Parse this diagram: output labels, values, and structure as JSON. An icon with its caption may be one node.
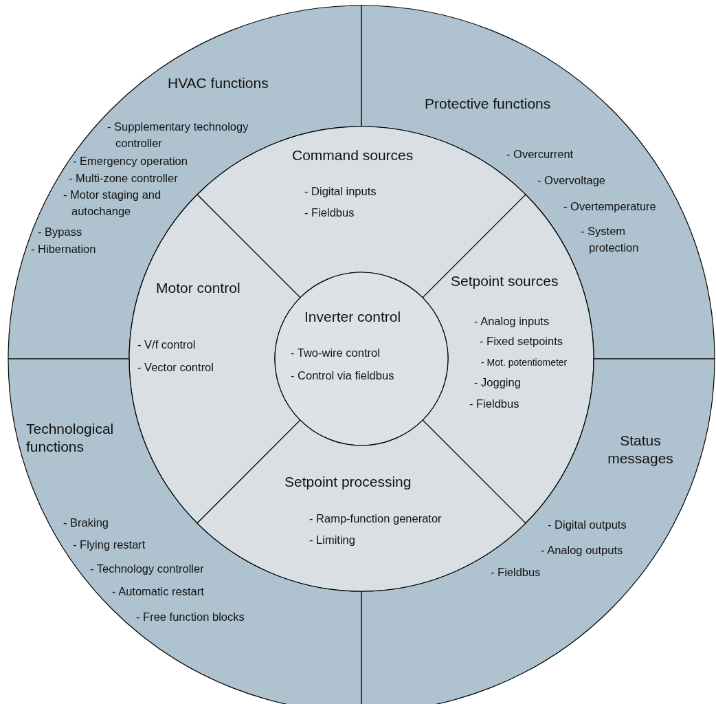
{
  "diagram": {
    "nodes": [
      {
        "text": [
          "HVAC functions",
          "- Supplementary technology controller",
          "- Emergency operation",
          "- Multi-zone controller",
          "- Motor staging and autochange",
          "- Bypass",
          "- Hibernation"
        ]
      },
      {
        "text": [
          "Protective functions",
          "- Overcurrent",
          "- Overvoltage",
          "- Overtemperature",
          "- System protection"
        ]
      },
      {
        "text": [
          "Command sources",
          "- Digital inputs",
          "- Fieldbus"
        ]
      },
      {
        "text": [
          "Motor control",
          "- V/f control",
          "- Vector control"
        ]
      },
      {
        "text": [
          "Setpoint sources",
          "- Analog inputs",
          "- Fixed setpoints",
          "- Mot. potentiometer",
          "- Jogging",
          "- Fieldbus"
        ]
      },
      {
        "text": [
          "Inverter control",
          "- Two-wire control",
          "- Control via fieldbus"
        ]
      },
      {
        "text": [
          "Technological functions",
          "- Braking",
          "- Flying restart",
          "- Technology controller",
          "- Automatic restart",
          "- Free function blocks"
        ]
      },
      {
        "text": [
          "Status messages",
          "- Digital outputs",
          "- Analog outputs",
          "- Fieldbus"
        ]
      },
      {
        "text": [
          "Setpoint processing",
          "- Ramp-function generator",
          "- Limiting"
        ]
      }
    ]
  }
}
